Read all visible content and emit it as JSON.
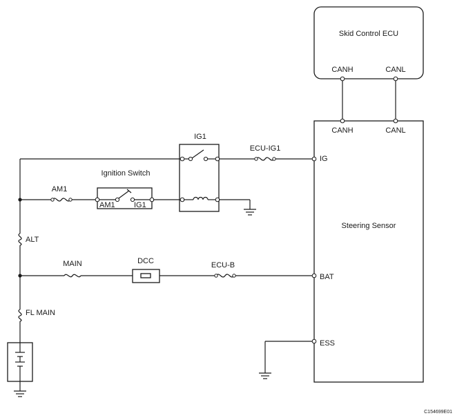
{
  "components": {
    "skid_ecu": {
      "title": "Skid Control ECU",
      "pin_canh": "CANH",
      "pin_canl": "CANL"
    },
    "steering_sensor": {
      "title": "Steering Sensor",
      "pin_canh": "CANH",
      "pin_canl": "CANL",
      "pin_ig": "IG",
      "pin_bat": "BAT",
      "pin_ess": "ESS"
    },
    "ig1_relay": {
      "label": "IG1"
    },
    "ignition_switch": {
      "label": "Ignition Switch",
      "pin_am1": "AM1",
      "pin_ig1": "IG1"
    },
    "fuses": {
      "ecu_ig1": "ECU-IG1",
      "am1": "AM1",
      "alt": "ALT",
      "main": "MAIN",
      "dcc": "DCC",
      "ecu_b": "ECU-B",
      "fl_main": "FL MAIN"
    }
  },
  "figure_code": "C154699E01"
}
